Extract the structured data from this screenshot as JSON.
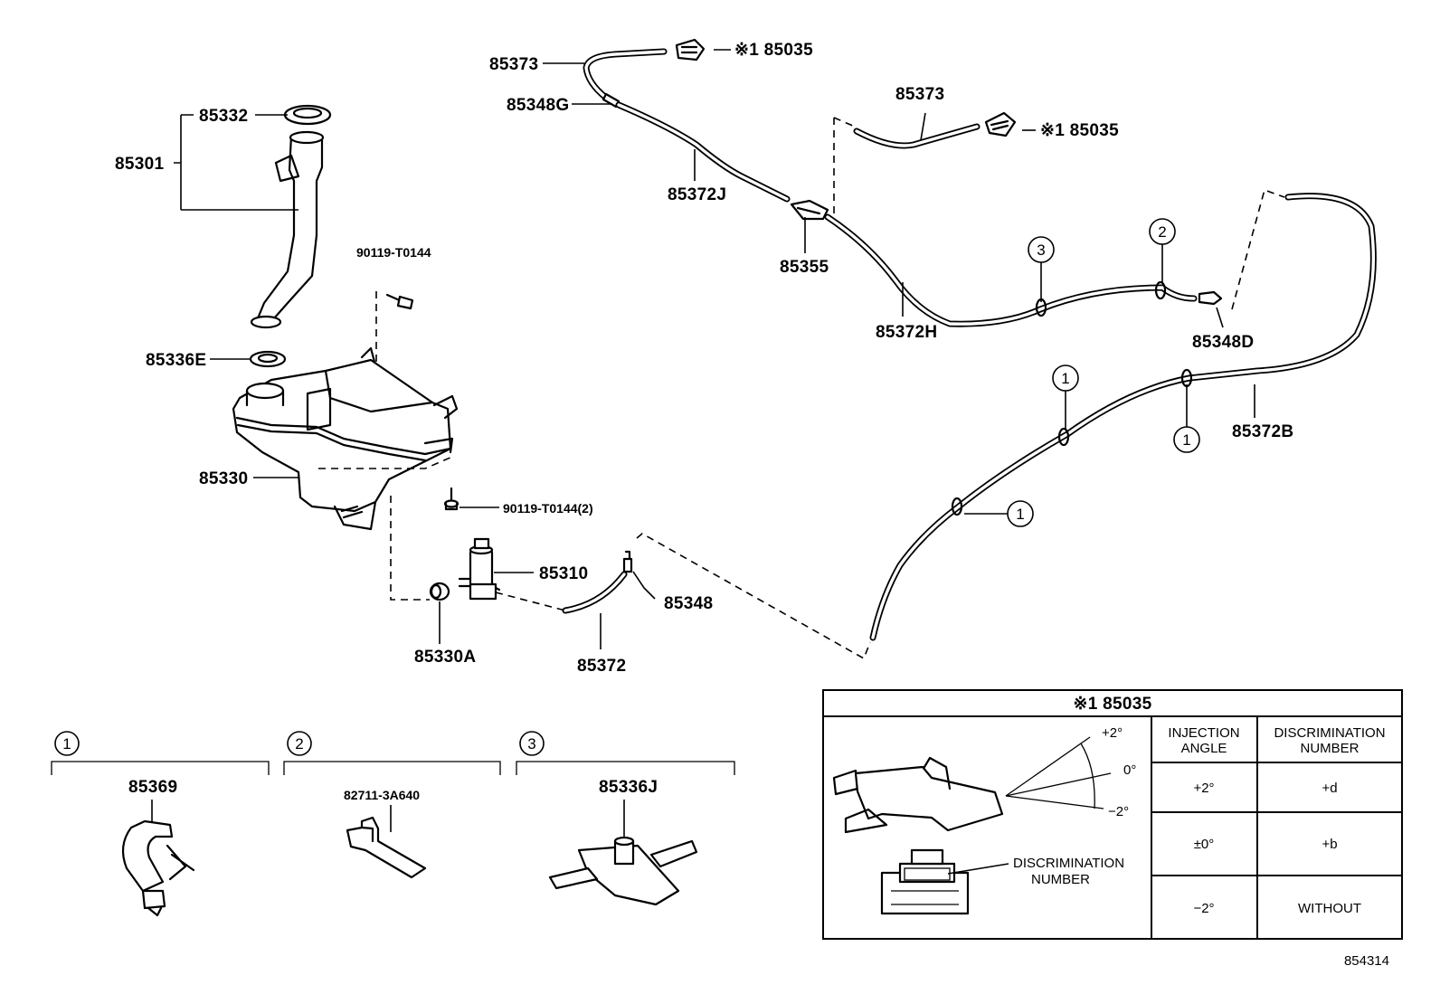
{
  "labels": {
    "p85373_top": "85373",
    "p85035_top": "※1 85035",
    "p85348g": "85348G",
    "p85373_mid": "85373",
    "p85035_mid": "※1 85035",
    "p85372j": "85372J",
    "p85355": "85355",
    "p85372h": "85372H",
    "p85348d": "85348D",
    "p85372b": "85372B",
    "p85332": "85332",
    "p85301": "85301",
    "p90119a": "90119-T0144",
    "p85336e": "85336E",
    "p85330": "85330",
    "p90119b": "90119-T0144(2)",
    "p85310": "85310",
    "p85348": "85348",
    "p85330a": "85330A",
    "p85372": "85372"
  },
  "callouts": {
    "c1": "1",
    "c2": "2",
    "c3": "3"
  },
  "clip_groups": [
    {
      "marker": "1",
      "part": "85369"
    },
    {
      "marker": "2",
      "part": "82711-3A640"
    },
    {
      "marker": "3",
      "part": "85336J"
    }
  ],
  "detail": {
    "title": "※1 85035",
    "angle_plus": "+2°",
    "angle_zero": "0°",
    "angle_minus": "−2°",
    "disc_label_line1": "DISCRIMINATION",
    "disc_label_line2": "NUMBER",
    "col1_line1": "INJECTION",
    "col1_line2": "ANGLE",
    "col2_line1": "DISCRIMINATION",
    "col2_line2": "NUMBER",
    "rows": [
      {
        "angle": "+2°",
        "number": "+d"
      },
      {
        "angle": "±0°",
        "number": "+b"
      },
      {
        "angle": "−2°",
        "number": "WITHOUT"
      }
    ]
  },
  "diagram_number": "854314"
}
